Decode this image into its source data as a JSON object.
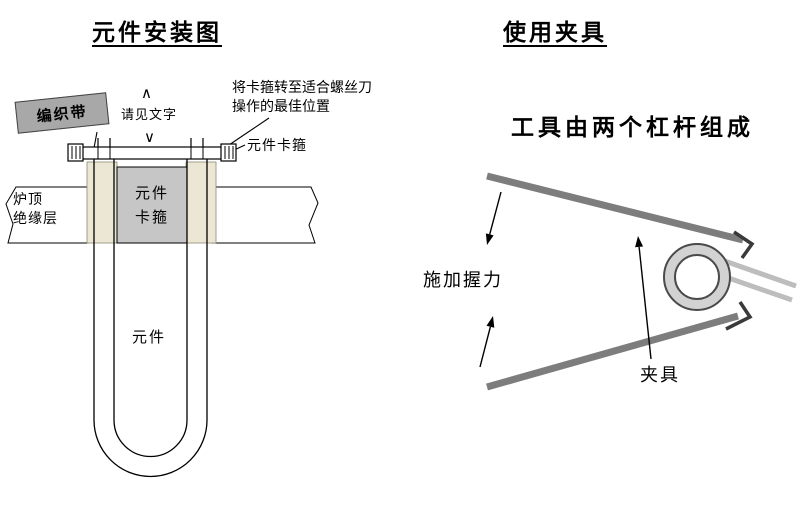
{
  "installation_panel": {
    "title": "元件安装图",
    "strap_label": "编织带",
    "caret_up": "∧",
    "see_text_label": "请见文字",
    "caret_down": "∨",
    "rotate_note_line1": "将卡箍转至适合螺丝刀",
    "rotate_note_line2": "操作的最佳位置",
    "clamp_callout": "元件卡箍",
    "furnace_top_line1": "炉顶",
    "furnace_top_line2": "绝缘层",
    "clamp_block_line1": "元件",
    "clamp_block_line2": "卡箍",
    "element_label": "元件"
  },
  "tool_panel": {
    "title": "使用夹具",
    "subtitle": "工具由两个杠杆组成",
    "grip_label": "施加握力",
    "tool_label": "夹具"
  },
  "colors": {
    "strap_fill": "#a8a8a8",
    "clamp_block_fill": "#c6c6c6",
    "insulation_fill": "#ebe7d4",
    "lever": "#7d7d7d",
    "ring_fill": "#d2d2d2",
    "ring_stroke": "#4a4a4a",
    "element_tail": "#bdbdbd",
    "line": "#000000"
  }
}
